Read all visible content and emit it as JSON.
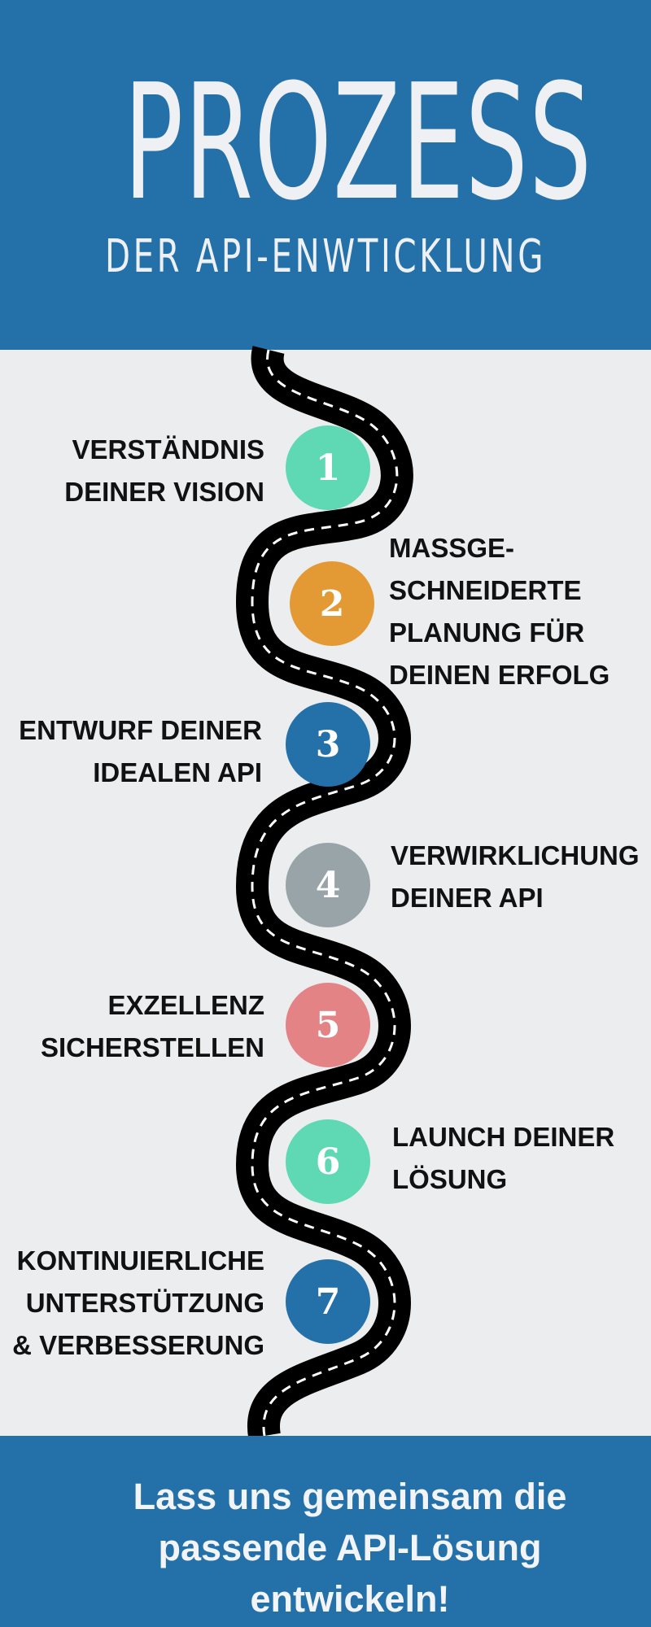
{
  "header": {
    "title": "PROZESS",
    "subtitle": "DER API-ENWTICKLUNG",
    "background_color": "#2471a9"
  },
  "steps": [
    {
      "number": "1",
      "lines": [
        "VERSTÄNDNIS",
        "DEINER VISION"
      ],
      "color": "#5fd8b4"
    },
    {
      "number": "2",
      "lines": [
        "MASSGE-",
        "SCHNEIDERTE",
        "PLANUNG FÜR",
        "DEINEN ERFOLG"
      ],
      "color": "#e39a35"
    },
    {
      "number": "3",
      "lines": [
        "ENTWURF DEINER",
        "IDEALEN API"
      ],
      "color": "#2471a9"
    },
    {
      "number": "4",
      "lines": [
        "VERWIRKLICHUNG",
        "DEINER API"
      ],
      "color": "#99a4a9"
    },
    {
      "number": "5",
      "lines": [
        "EXZELLENZ",
        "SICHERSTELLEN"
      ],
      "color": "#e38385"
    },
    {
      "number": "6",
      "lines": [
        "LAUNCH DEINER",
        "LÖSUNG"
      ],
      "color": "#5fd8b4"
    },
    {
      "number": "7",
      "lines": [
        "KONTINUIERLICHE",
        "UNTERSTÜTZUNG",
        "& VERBESSERUNG"
      ],
      "color": "#2471a9"
    }
  ],
  "footer": {
    "cta_lines": [
      "Lass uns gemeinsam die",
      "passende API-Lösung",
      "entwickeln!"
    ]
  },
  "colors": {
    "road": "#000000",
    "road_dashes": "#ffffff",
    "background": "#ecedef"
  }
}
